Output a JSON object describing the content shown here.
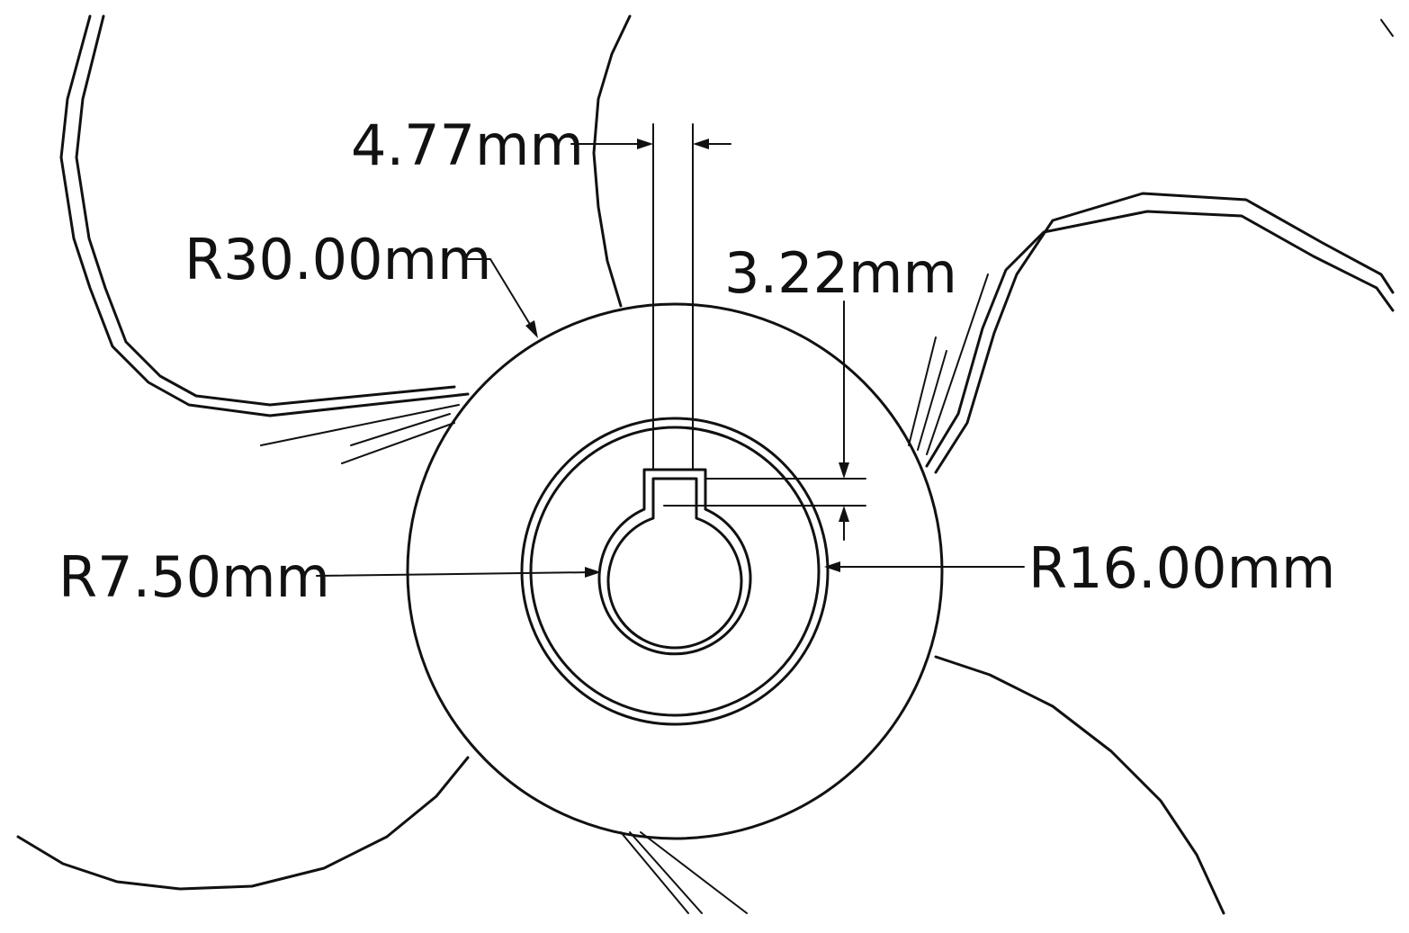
{
  "drawing": {
    "dimensions": {
      "keyway_width": "4.77mm",
      "outer_radius": "R30.00mm",
      "keyway_depth": "3.22mm",
      "bore_radius": "R7.50mm",
      "hub_radius": "R16.00mm"
    }
  }
}
